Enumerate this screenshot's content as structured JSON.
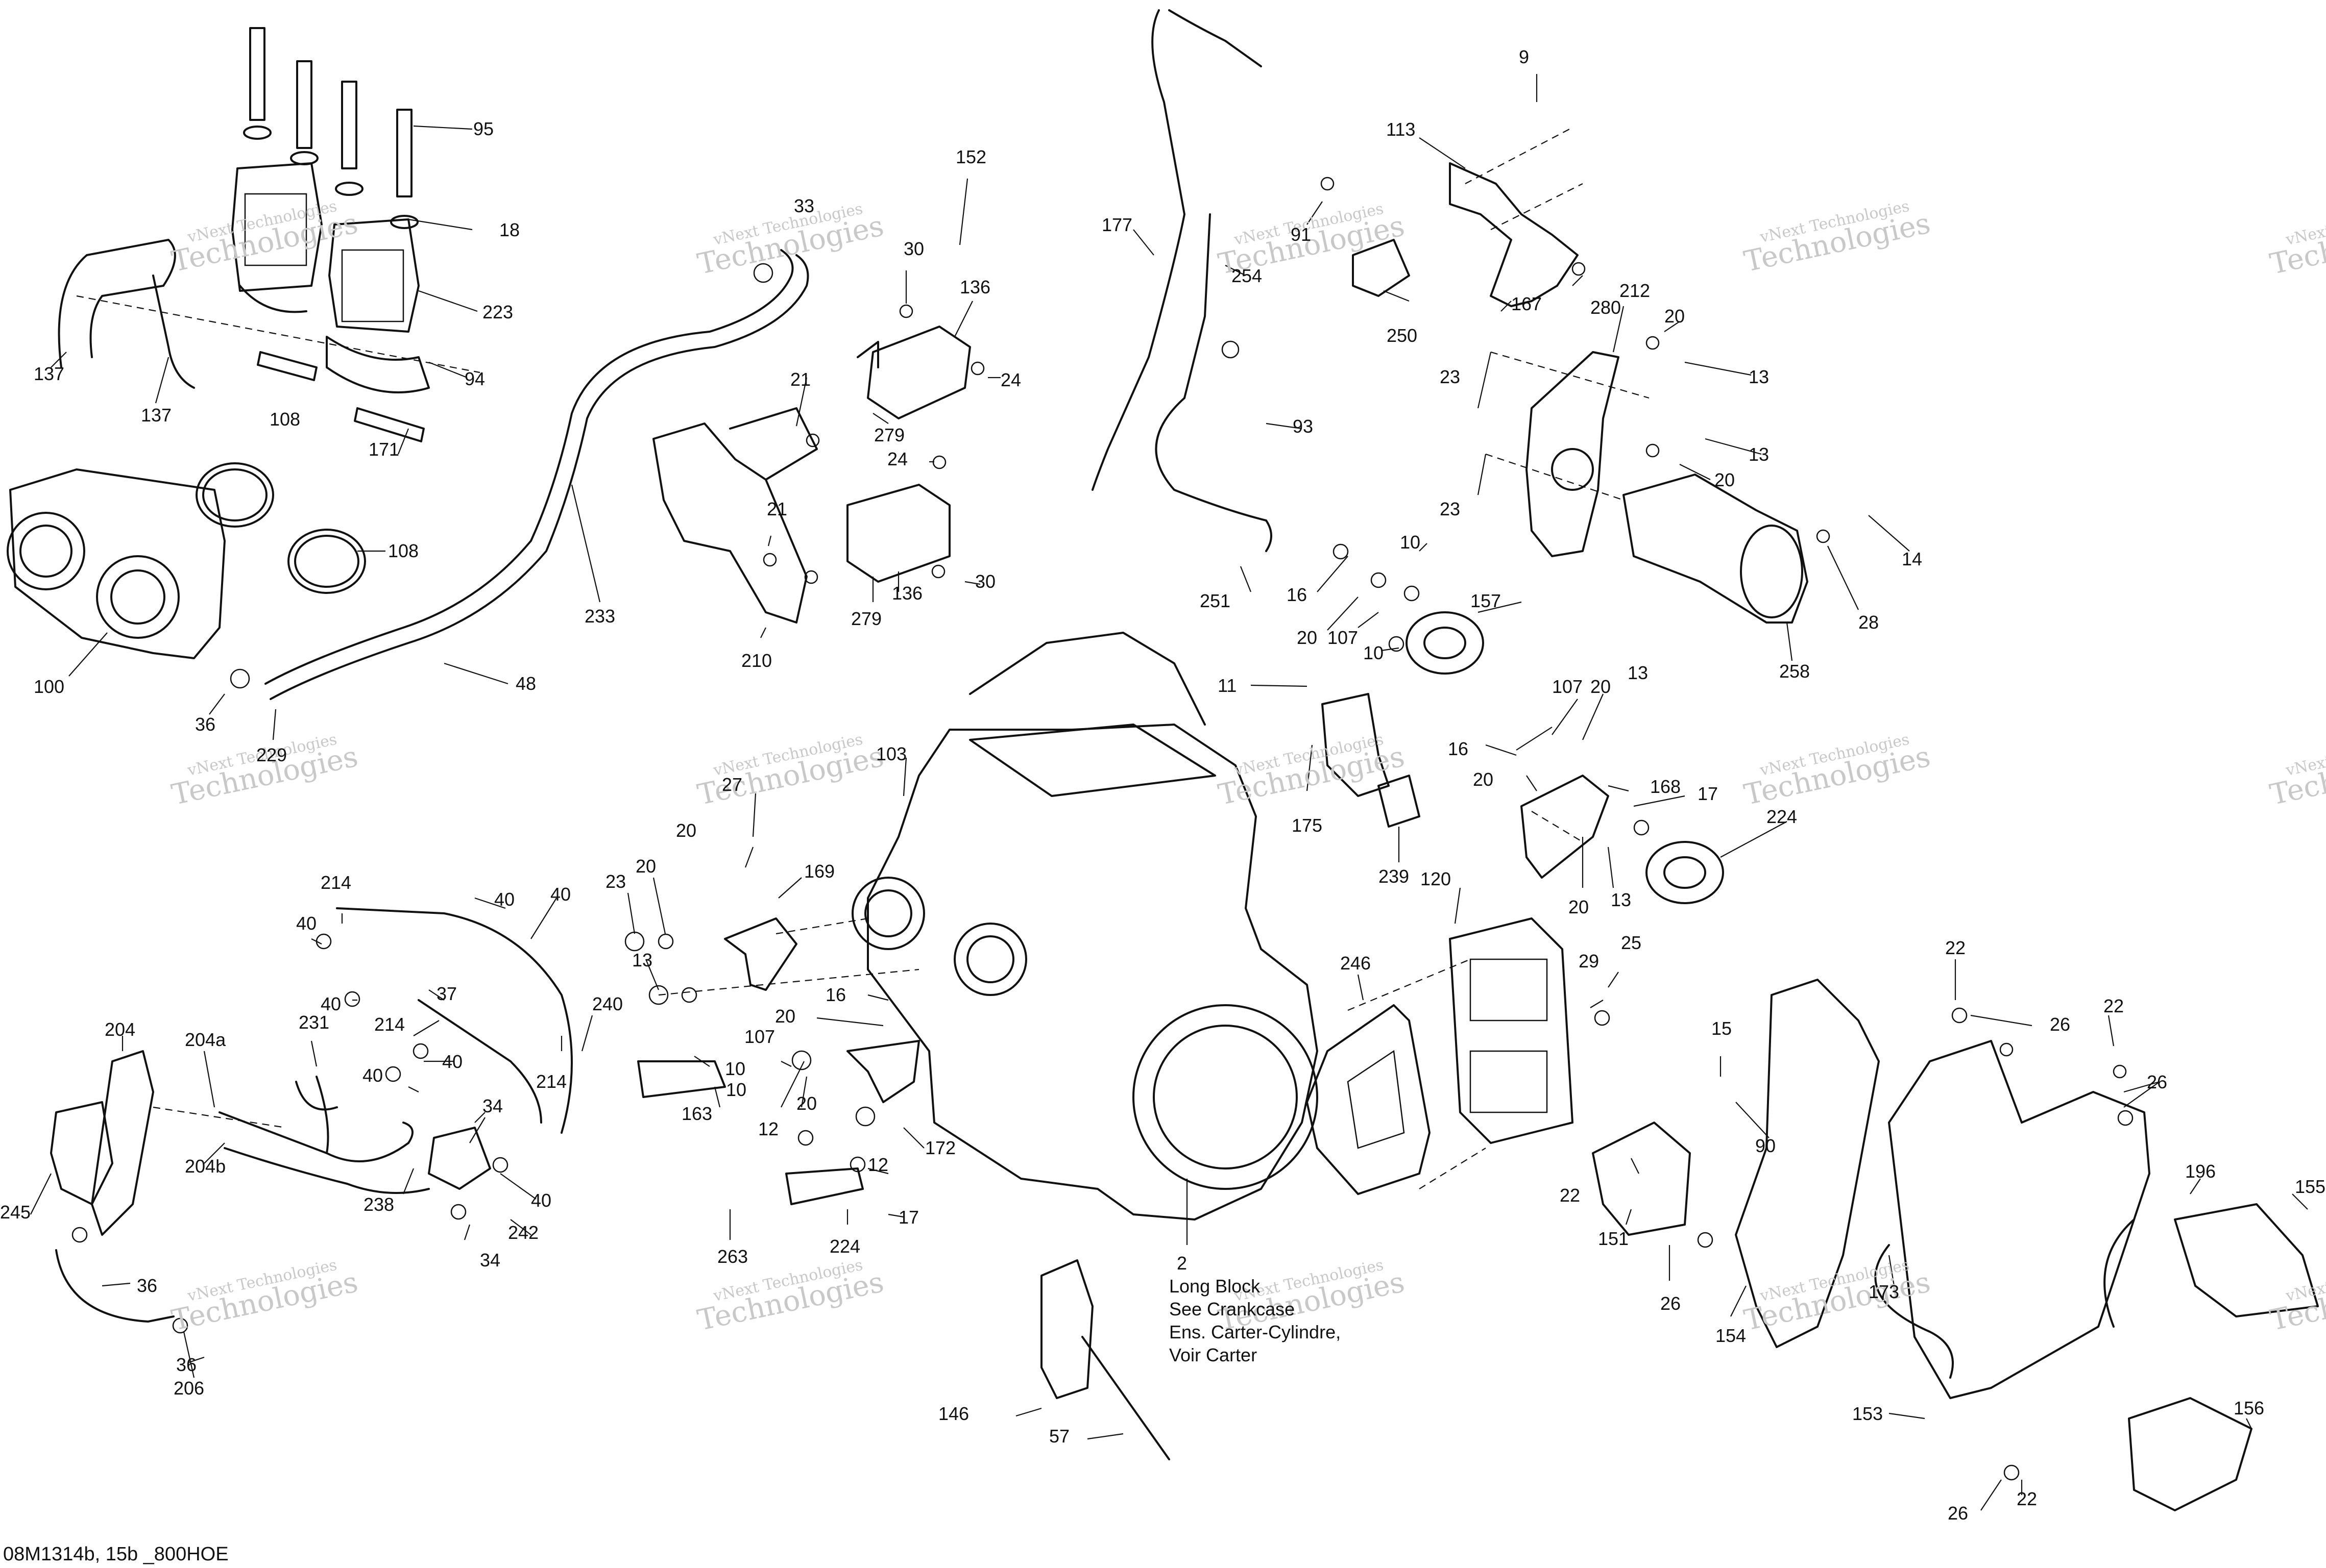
{
  "diagram": {
    "caption": "08M1314b, 15b _800HOE",
    "long_block_note": [
      "2",
      "Long Block",
      "See Crankcase",
      "Ens. Carter-Cylindre,",
      "Voir Carter"
    ],
    "watermark": {
      "line1": "vNext Technologies",
      "line2": "Technologies"
    },
    "callouts": [
      "95",
      "18",
      "223",
      "94",
      "171",
      "137",
      "137",
      "108",
      "108",
      "100",
      "36",
      "229",
      "48",
      "233",
      "33",
      "152",
      "30",
      "136",
      "24",
      "21",
      "279",
      "24",
      "30",
      "279",
      "136",
      "21",
      "210",
      "177",
      "254",
      "91",
      "93",
      "251",
      "9",
      "113",
      "167",
      "280",
      "250",
      "212",
      "20",
      "13",
      "23",
      "13",
      "23",
      "20",
      "14",
      "28",
      "258",
      "10",
      "16",
      "20",
      "107",
      "10",
      "157",
      "103",
      "27",
      "20",
      "169",
      "23",
      "20",
      "13",
      "16",
      "20",
      "10",
      "107",
      "10",
      "163",
      "12",
      "20",
      "12",
      "172",
      "224",
      "17",
      "263",
      "11",
      "175",
      "239",
      "107",
      "20",
      "13",
      "16",
      "20",
      "168",
      "17",
      "20",
      "13",
      "224",
      "120",
      "29",
      "25",
      "246",
      "15",
      "90",
      "22",
      "151",
      "26",
      "22",
      "26",
      "22",
      "26",
      "154",
      "173",
      "196",
      "155",
      "153",
      "156",
      "22",
      "26",
      "146",
      "57",
      "214",
      "40",
      "40",
      "40",
      "40",
      "37",
      "214",
      "40",
      "40",
      "214",
      "240",
      "231",
      "204",
      "204a",
      "204b",
      "245",
      "238",
      "34",
      "242",
      "34",
      "40",
      "36",
      "36",
      "206"
    ]
  }
}
